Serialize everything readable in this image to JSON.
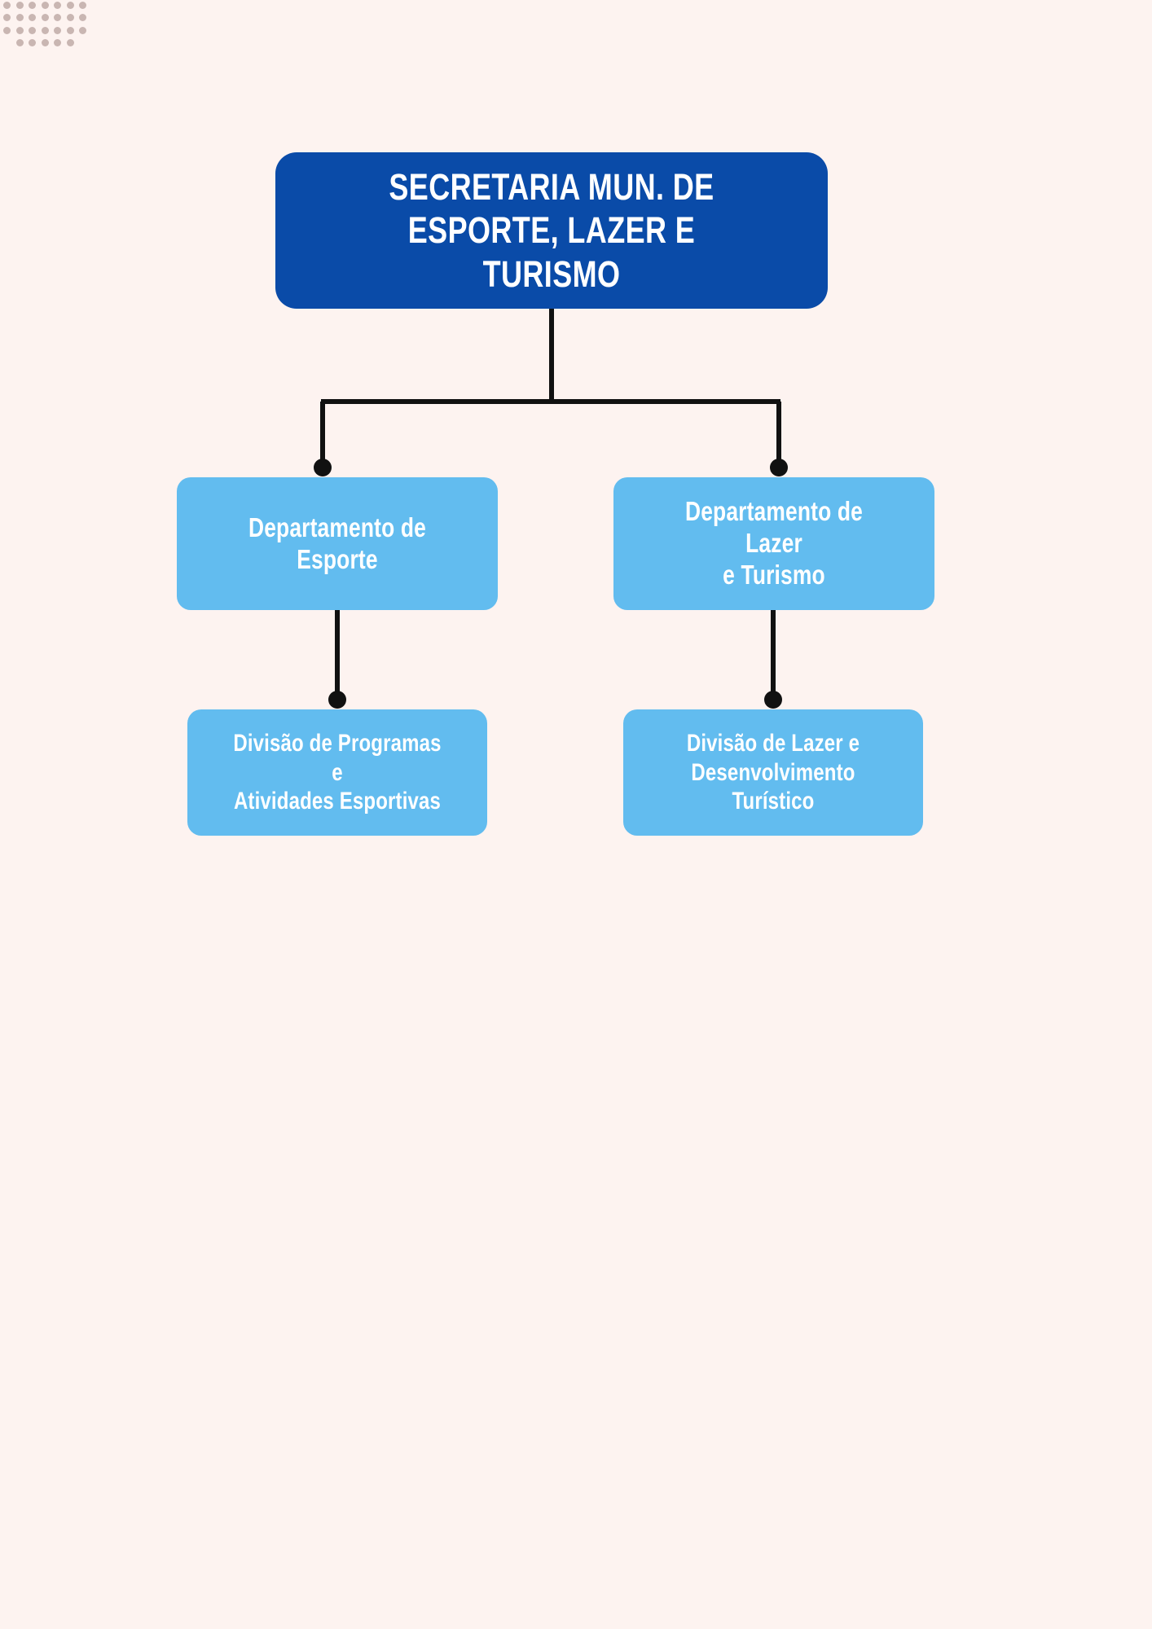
{
  "page": {
    "background_color": "#fdf3f0",
    "title": "Organograma - Secretaria Mun. de Esporte, Lazer e Turismo"
  },
  "decoration": {
    "dot_grid": {
      "name": "dot-grid",
      "columns": 7,
      "rows": 5,
      "color": "#c9b6b2"
    }
  },
  "theme": {
    "root_box_color": "#0a4ba8",
    "child_box_color": "#62bcef",
    "connector_color": "#111111",
    "text_color": "#ffffff"
  },
  "chart_data": {
    "type": "diagram",
    "subtype": "org-chart",
    "orientation": "top-down",
    "nodes": [
      {
        "id": "root",
        "label": "SECRETARIA MUN. DE\nESPORTE, LAZER E TURISMO",
        "level": 1,
        "color": "#0a4ba8"
      },
      {
        "id": "dept-esporte",
        "label": "Departamento de\nEsporte",
        "level": 2,
        "color": "#62bcef"
      },
      {
        "id": "dept-lazer",
        "label": "Departamento de Lazer\ne Turismo",
        "level": 2,
        "color": "#62bcef"
      },
      {
        "id": "div-esportivas",
        "label": "Divisão de Programas e\nAtividades Esportivas",
        "level": 3,
        "color": "#62bcef"
      },
      {
        "id": "div-turistico",
        "label": "Divisão de Lazer e\nDesenvolvimento Turístico",
        "level": 3,
        "color": "#62bcef"
      }
    ],
    "edges": [
      {
        "from": "root",
        "to": "dept-esporte"
      },
      {
        "from": "root",
        "to": "dept-lazer"
      },
      {
        "from": "dept-esporte",
        "to": "div-esportivas"
      },
      {
        "from": "dept-lazer",
        "to": "div-turistico"
      }
    ]
  },
  "nodes": {
    "root": {
      "label": "SECRETARIA MUN. DE\nESPORTE, LAZER E TURISMO"
    },
    "dept_esporte": {
      "label": "Departamento de\nEsporte"
    },
    "dept_lazer": {
      "label": "Departamento de Lazer\ne Turismo"
    },
    "div_esportivas": {
      "label": "Divisão de Programas e\nAtividades Esportivas"
    },
    "div_turistico": {
      "label": "Divisão de Lazer e\nDesenvolvimento Turístico"
    }
  }
}
